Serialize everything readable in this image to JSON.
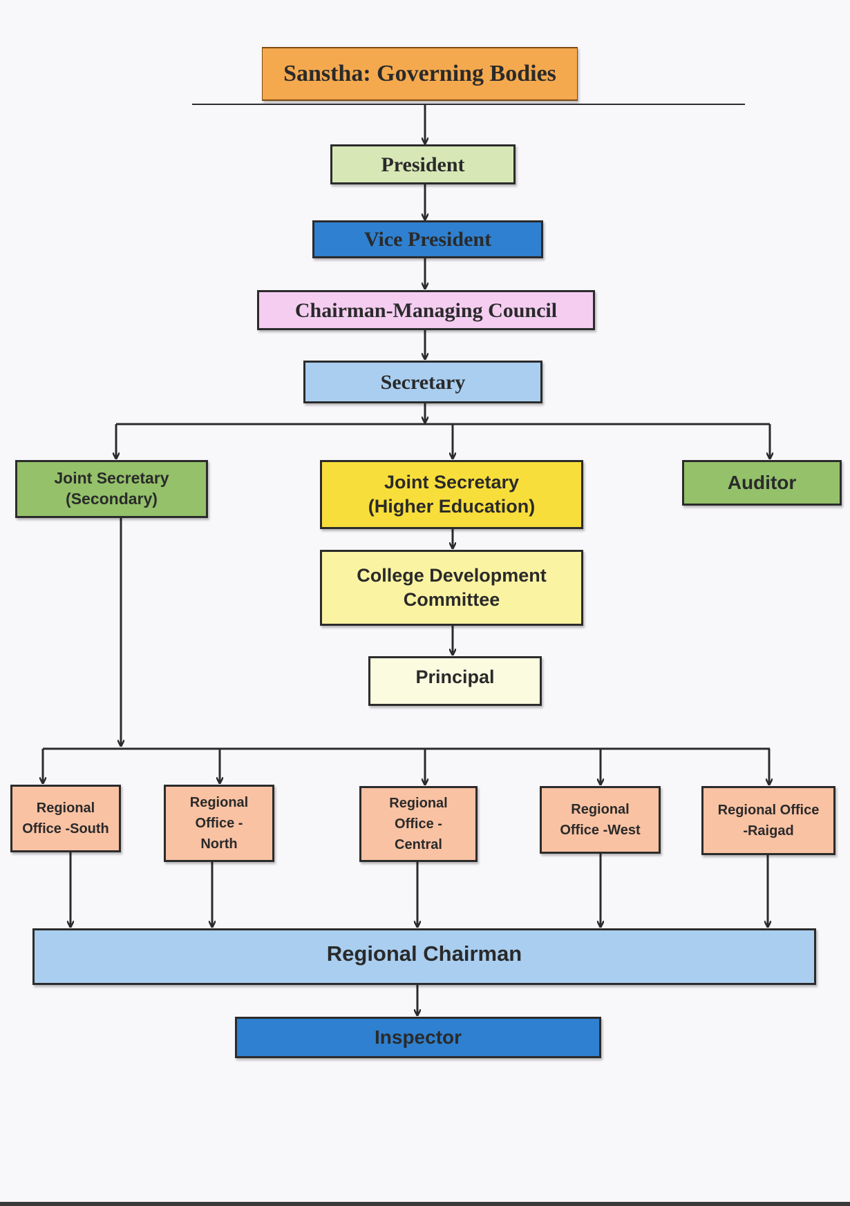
{
  "title": "Sanstha: Governing Bodies",
  "colors": {
    "title": "#f5a94e",
    "president": "#d7e8b6",
    "vice_president": "#2f80d0",
    "chairman": "#f4cdf1",
    "secretary": "#a9cef0",
    "joint_secondary": "#94c16a",
    "joint_higher": "#f8de3a",
    "auditor": "#94c16a",
    "cdc": "#faf3a2",
    "principal": "#fbfbe0",
    "regional_office": "#f9c2a3",
    "regional_chairman": "#a9cef0",
    "inspector": "#2f80d0"
  },
  "nodes": {
    "president": "President",
    "vice_president": "Vice President",
    "chairman": "Chairman-Managing Council",
    "secretary": "Secretary",
    "joint_secondary": [
      "Joint Secretary",
      "(Secondary)"
    ],
    "joint_higher": [
      "Joint Secretary",
      "(Higher Education)"
    ],
    "auditor": "Auditor",
    "cdc": [
      "College Development",
      "Committee"
    ],
    "principal": "Principal",
    "regional_offices": [
      [
        "Regional",
        "Office -South"
      ],
      [
        "Regional",
        "Office -",
        "North"
      ],
      [
        "Regional",
        "Office -",
        "Central"
      ],
      [
        "Regional",
        "Office -West"
      ],
      [
        "Regional Office",
        "-Raigad"
      ]
    ],
    "regional_chairman": "Regional Chairman",
    "inspector": "Inspector"
  }
}
